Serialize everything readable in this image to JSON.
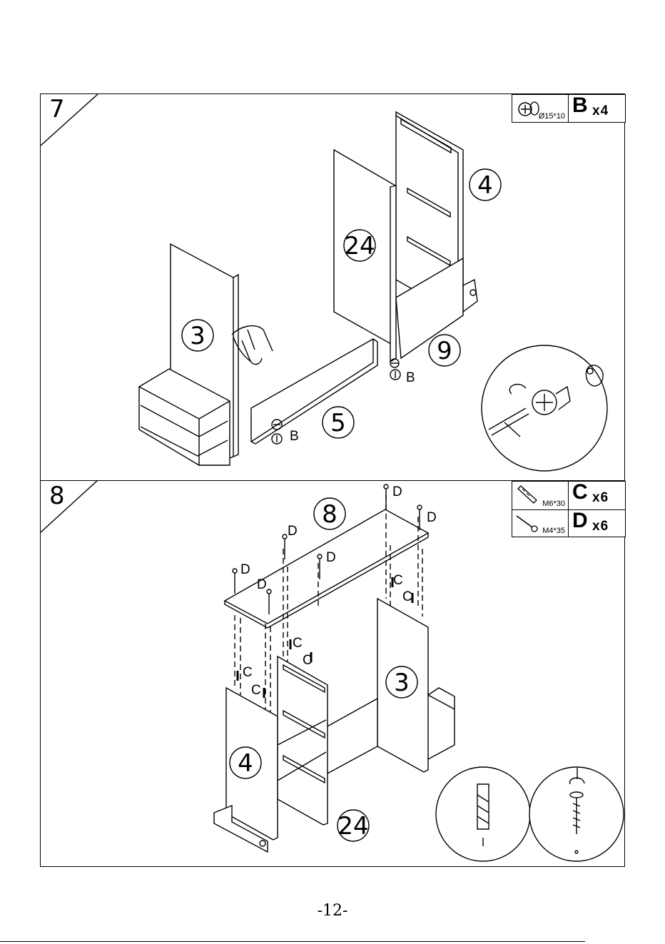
{
  "page_number": "-12-",
  "steps": [
    {
      "number": "7",
      "hardware": [
        {
          "letter": "B",
          "qty": "x4",
          "size": "Ø15*10",
          "icon": "cam-lock-icon"
        }
      ],
      "part_callouts": [
        "3",
        "24",
        "4",
        "9",
        "5"
      ],
      "hardware_labels": [
        "B",
        "B"
      ],
      "detail_icons": [
        "screwdriver-tighten-cam-icon"
      ]
    },
    {
      "number": "8",
      "hardware": [
        {
          "letter": "C",
          "qty": "x6",
          "size": "M6*30",
          "icon": "wood-dowel-icon"
        },
        {
          "letter": "D",
          "qty": "x6",
          "size": "M4*35",
          "icon": "screw-icon"
        }
      ],
      "part_callouts": [
        "8",
        "3",
        "4",
        "24"
      ],
      "hardware_labels": [
        "D",
        "D",
        "D",
        "D",
        "D",
        "D",
        "C",
        "C",
        "C",
        "C",
        "C",
        "C"
      ],
      "detail_icons": [
        "dowel-detail-icon",
        "screw-detail-icon"
      ]
    }
  ]
}
